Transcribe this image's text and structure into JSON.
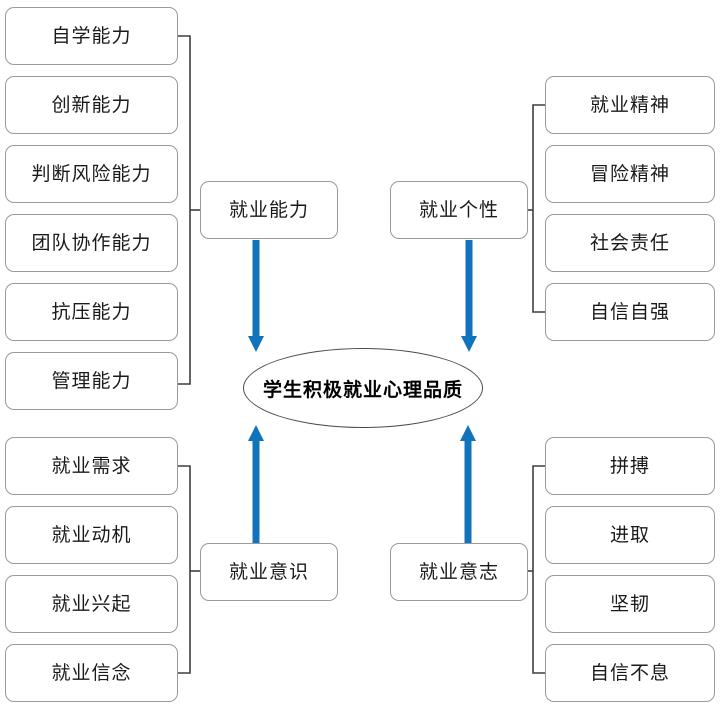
{
  "diagram": {
    "center": {
      "label": "学生积极就业心理品质",
      "shape": "ellipse"
    },
    "branches": [
      {
        "id": "employment-ability",
        "parent_label": "就业能力",
        "position": "top-left",
        "children": [
          {
            "label": "自学能力"
          },
          {
            "label": "创新能力"
          },
          {
            "label": "判断风险能力"
          },
          {
            "label": "团队协作能力"
          },
          {
            "label": "抗压能力"
          },
          {
            "label": "管理能力"
          }
        ]
      },
      {
        "id": "employment-personality",
        "parent_label": "就业个性",
        "position": "top-right",
        "children": [
          {
            "label": "就业精神"
          },
          {
            "label": "冒险精神"
          },
          {
            "label": "社会责任"
          },
          {
            "label": "自信自强"
          }
        ]
      },
      {
        "id": "employment-awareness",
        "parent_label": "就业意识",
        "position": "bottom-left",
        "children": [
          {
            "label": "就业需求"
          },
          {
            "label": "就业动机"
          },
          {
            "label": "就业兴起"
          },
          {
            "label": "就业信念"
          }
        ]
      },
      {
        "id": "employment-will",
        "parent_label": "就业意志",
        "position": "bottom-right",
        "children": [
          {
            "label": "拼搏"
          },
          {
            "label": "进取"
          },
          {
            "label": "坚韧"
          },
          {
            "label": "自信不息"
          }
        ]
      }
    ],
    "colors": {
      "arrow": "#1273bd",
      "box_border": "#9a9a9a",
      "bracket": "#3f3f3f",
      "ellipse_border": "#4a4a4a",
      "text": "#1a1a1a",
      "background": "#ffffff"
    },
    "arrows": [
      {
        "id": "ability-to-center",
        "direction": "down"
      },
      {
        "id": "personality-to-center",
        "direction": "down"
      },
      {
        "id": "awareness-to-center",
        "direction": "up"
      },
      {
        "id": "will-to-center",
        "direction": "up"
      }
    ]
  }
}
